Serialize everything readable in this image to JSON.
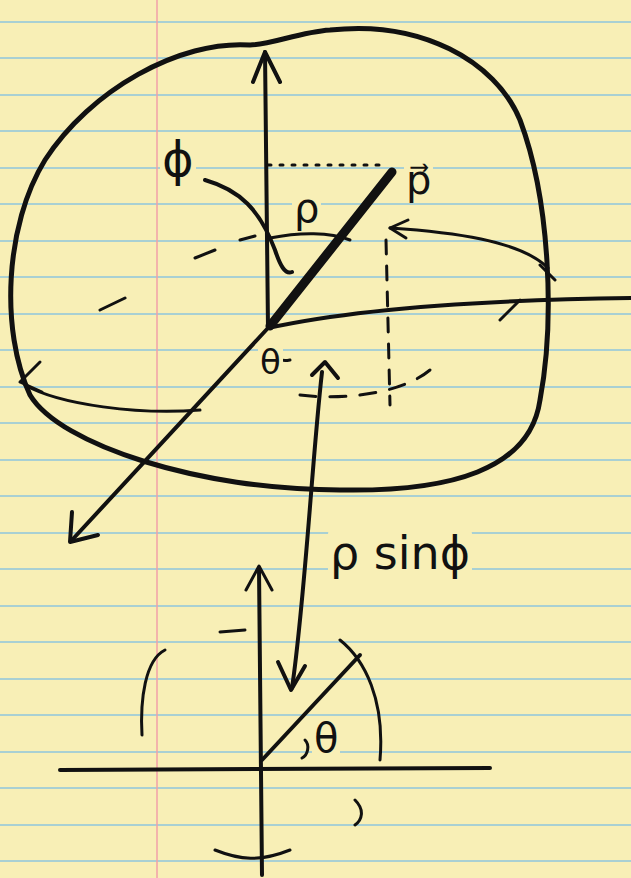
{
  "diagram": {
    "labels": [
      "ϕ",
      "ρ",
      "p⃗",
      "θ",
      "ρ sinϕ",
      "θ"
    ]
  }
}
